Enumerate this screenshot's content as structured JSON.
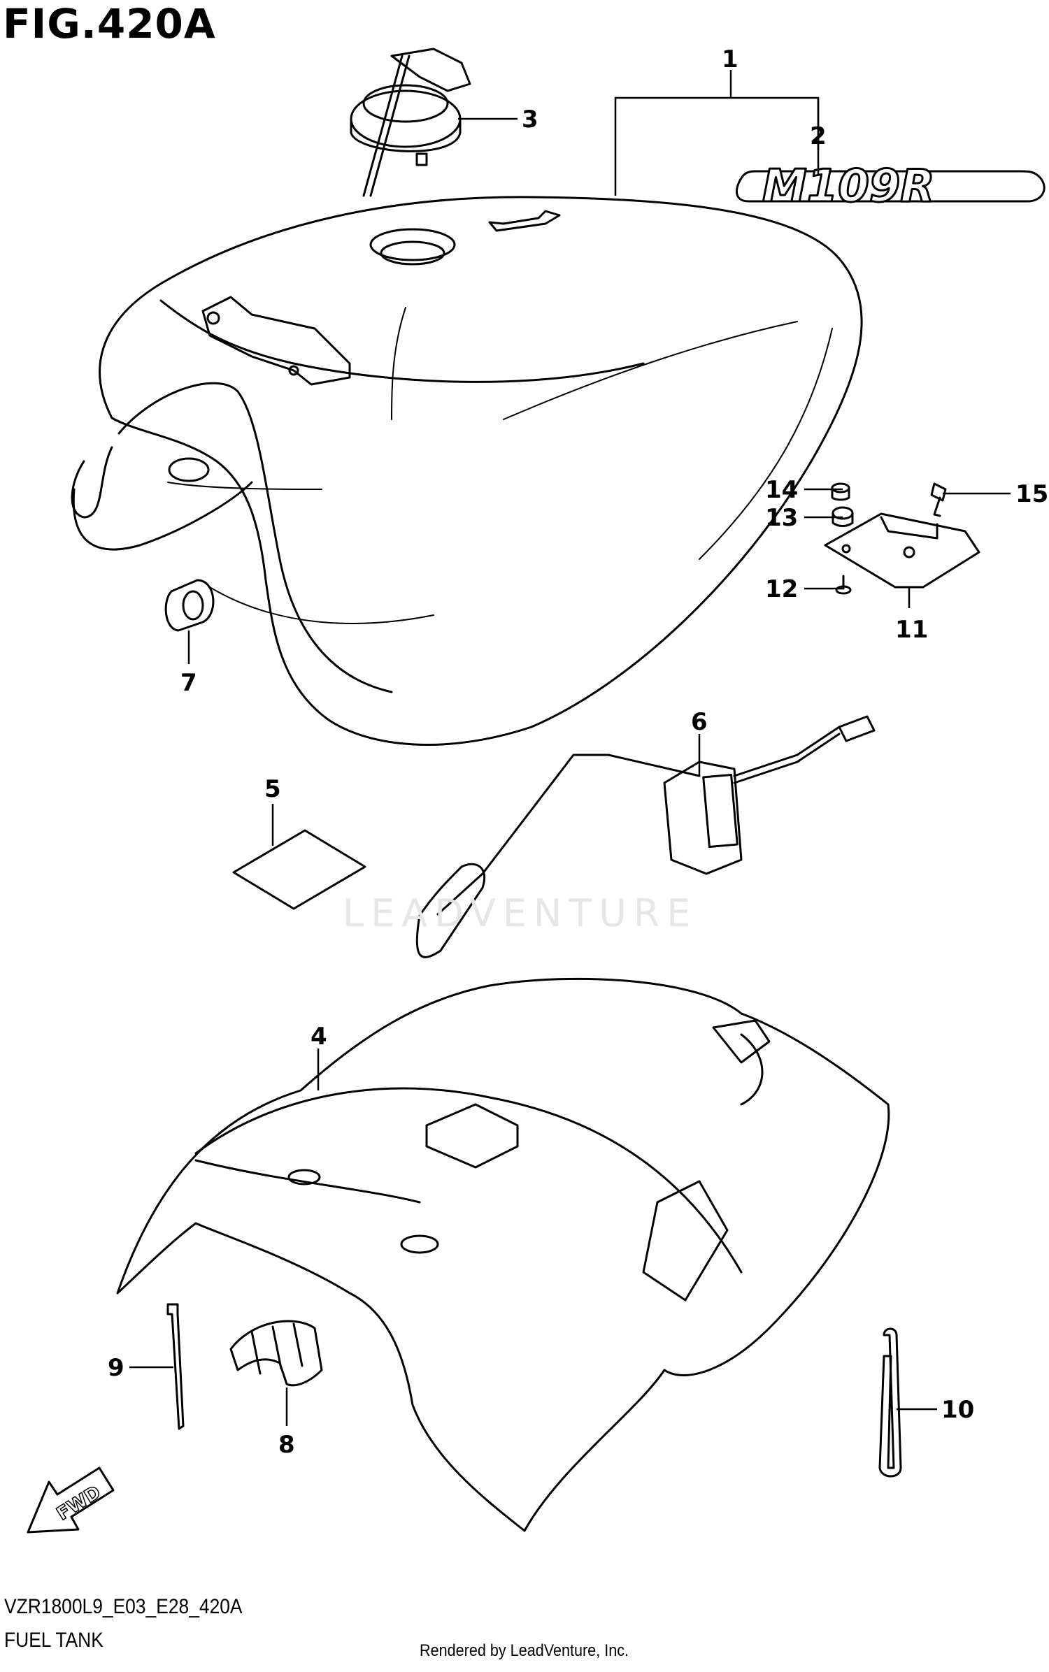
{
  "figure": {
    "title": "FIG.420A",
    "model_code": "VZR1800L9_E03_E28_420A",
    "section_name": "FUEL TANK",
    "rendered_by": "Rendered by LeadVenture, Inc.",
    "watermark": "LEADVENTURE"
  },
  "emblem_text": "M109R",
  "fwd_label": "FWD",
  "callouts": [
    {
      "id": "1",
      "part": "fuel-tank-assembly"
    },
    {
      "id": "2",
      "part": "emblem"
    },
    {
      "id": "3",
      "part": "fuel-cap"
    },
    {
      "id": "4",
      "part": "tank-cover"
    },
    {
      "id": "5",
      "part": "label"
    },
    {
      "id": "6",
      "part": "fuel-level-sender"
    },
    {
      "id": "7",
      "part": "cushion"
    },
    {
      "id": "8",
      "part": "clamp"
    },
    {
      "id": "9",
      "part": "cable-tie"
    },
    {
      "id": "10",
      "part": "clamp-band"
    },
    {
      "id": "11",
      "part": "bracket"
    },
    {
      "id": "12",
      "part": "bolt"
    },
    {
      "id": "13",
      "part": "cushion"
    },
    {
      "id": "14",
      "part": "collar"
    },
    {
      "id": "15",
      "part": "bolt"
    }
  ],
  "colors": {
    "line": "#000000",
    "background": "#ffffff",
    "watermark": "#e6e6e6"
  }
}
